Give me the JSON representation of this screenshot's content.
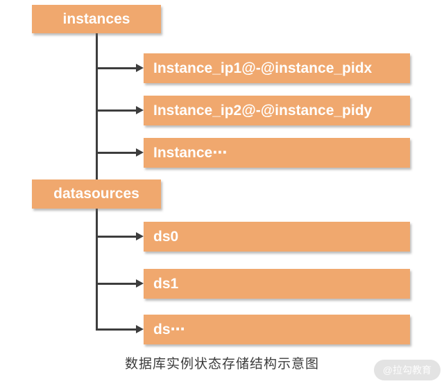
{
  "diagram": {
    "caption": "数据库实例状态存储结构示意图",
    "watermark": "@拉勾教育",
    "colors": {
      "box_fill": "#F0A86E",
      "box_text": "#FFFFFF",
      "line": "#3D3D3D",
      "caption_text": "#3B3B3B",
      "watermark_bg": "#E3E3E3",
      "watermark_text": "#FDFDFD"
    },
    "tree": [
      {
        "label": "instances",
        "children": [
          {
            "label": "Instance_ip1@-@instance_pidx"
          },
          {
            "label": "Instance_ip2@-@instance_pidy"
          },
          {
            "label": "Instance⋯"
          }
        ]
      },
      {
        "label": "datasources",
        "children": [
          {
            "label": "ds0"
          },
          {
            "label": "ds1"
          },
          {
            "label": "ds⋯"
          }
        ]
      }
    ]
  }
}
